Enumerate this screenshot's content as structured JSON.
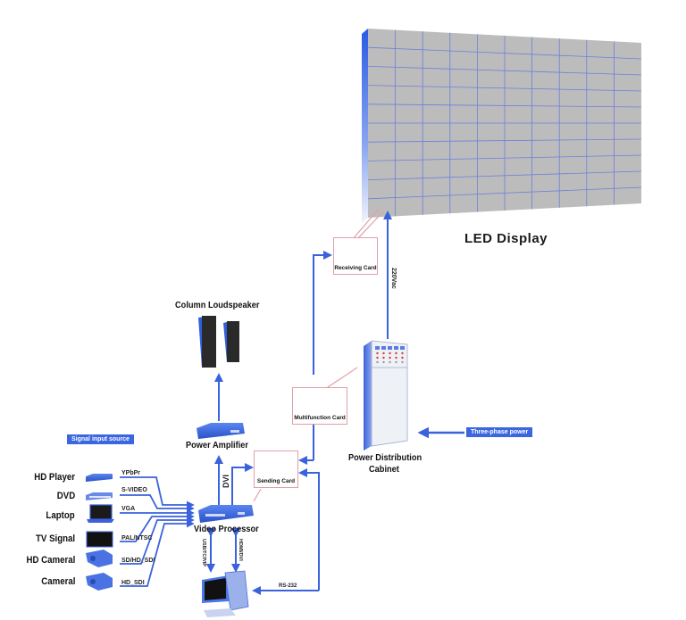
{
  "title": "LED Display",
  "components": {
    "led_display": "LED Display",
    "receiving_card": "Receiving Card",
    "multifunction_card": "Multifunction Card",
    "sending_card": "Sending  Card",
    "power_cabinet": [
      "Power Distribution",
      "Cabinet"
    ],
    "column_loudspeaker": "Column Loudspeaker",
    "power_amplifier": "Power Amplifier",
    "video_processor": "Video Processor"
  },
  "badges": {
    "signal_input_source": "Signal input source",
    "three_phase_power": "Three-phase power"
  },
  "sources": [
    {
      "name": "HD Player",
      "signal": "YPbPr",
      "icon": "hd-player-icon"
    },
    {
      "name": "DVD",
      "signal": "S-VIDEO",
      "icon": "dvd-player-icon"
    },
    {
      "name": "Laptop",
      "signal": "VGA",
      "icon": "laptop-icon"
    },
    {
      "name": "TV Signal",
      "signal": "PAL/NTSC",
      "icon": "tv-icon"
    },
    {
      "name": "HD Cameral",
      "signal": "SD/HD_SDI",
      "icon": "camera-icon"
    },
    {
      "name": "Cameral",
      "signal": "HD_SDI",
      "icon": "camera-icon"
    }
  ],
  "connections": {
    "voltage": "220Vac",
    "dvi": "DVI",
    "usb_tcpip": "USB/TCP/IP",
    "hdmi_dvi": "HDMI/DVI",
    "rs232": "RS-232"
  },
  "colors": {
    "arrow": "#3a62dc",
    "callout_border": "#e0a0a8",
    "panel": "#bdbdbd",
    "grid": "#6f7fd8",
    "badge": "#3a66e0"
  }
}
